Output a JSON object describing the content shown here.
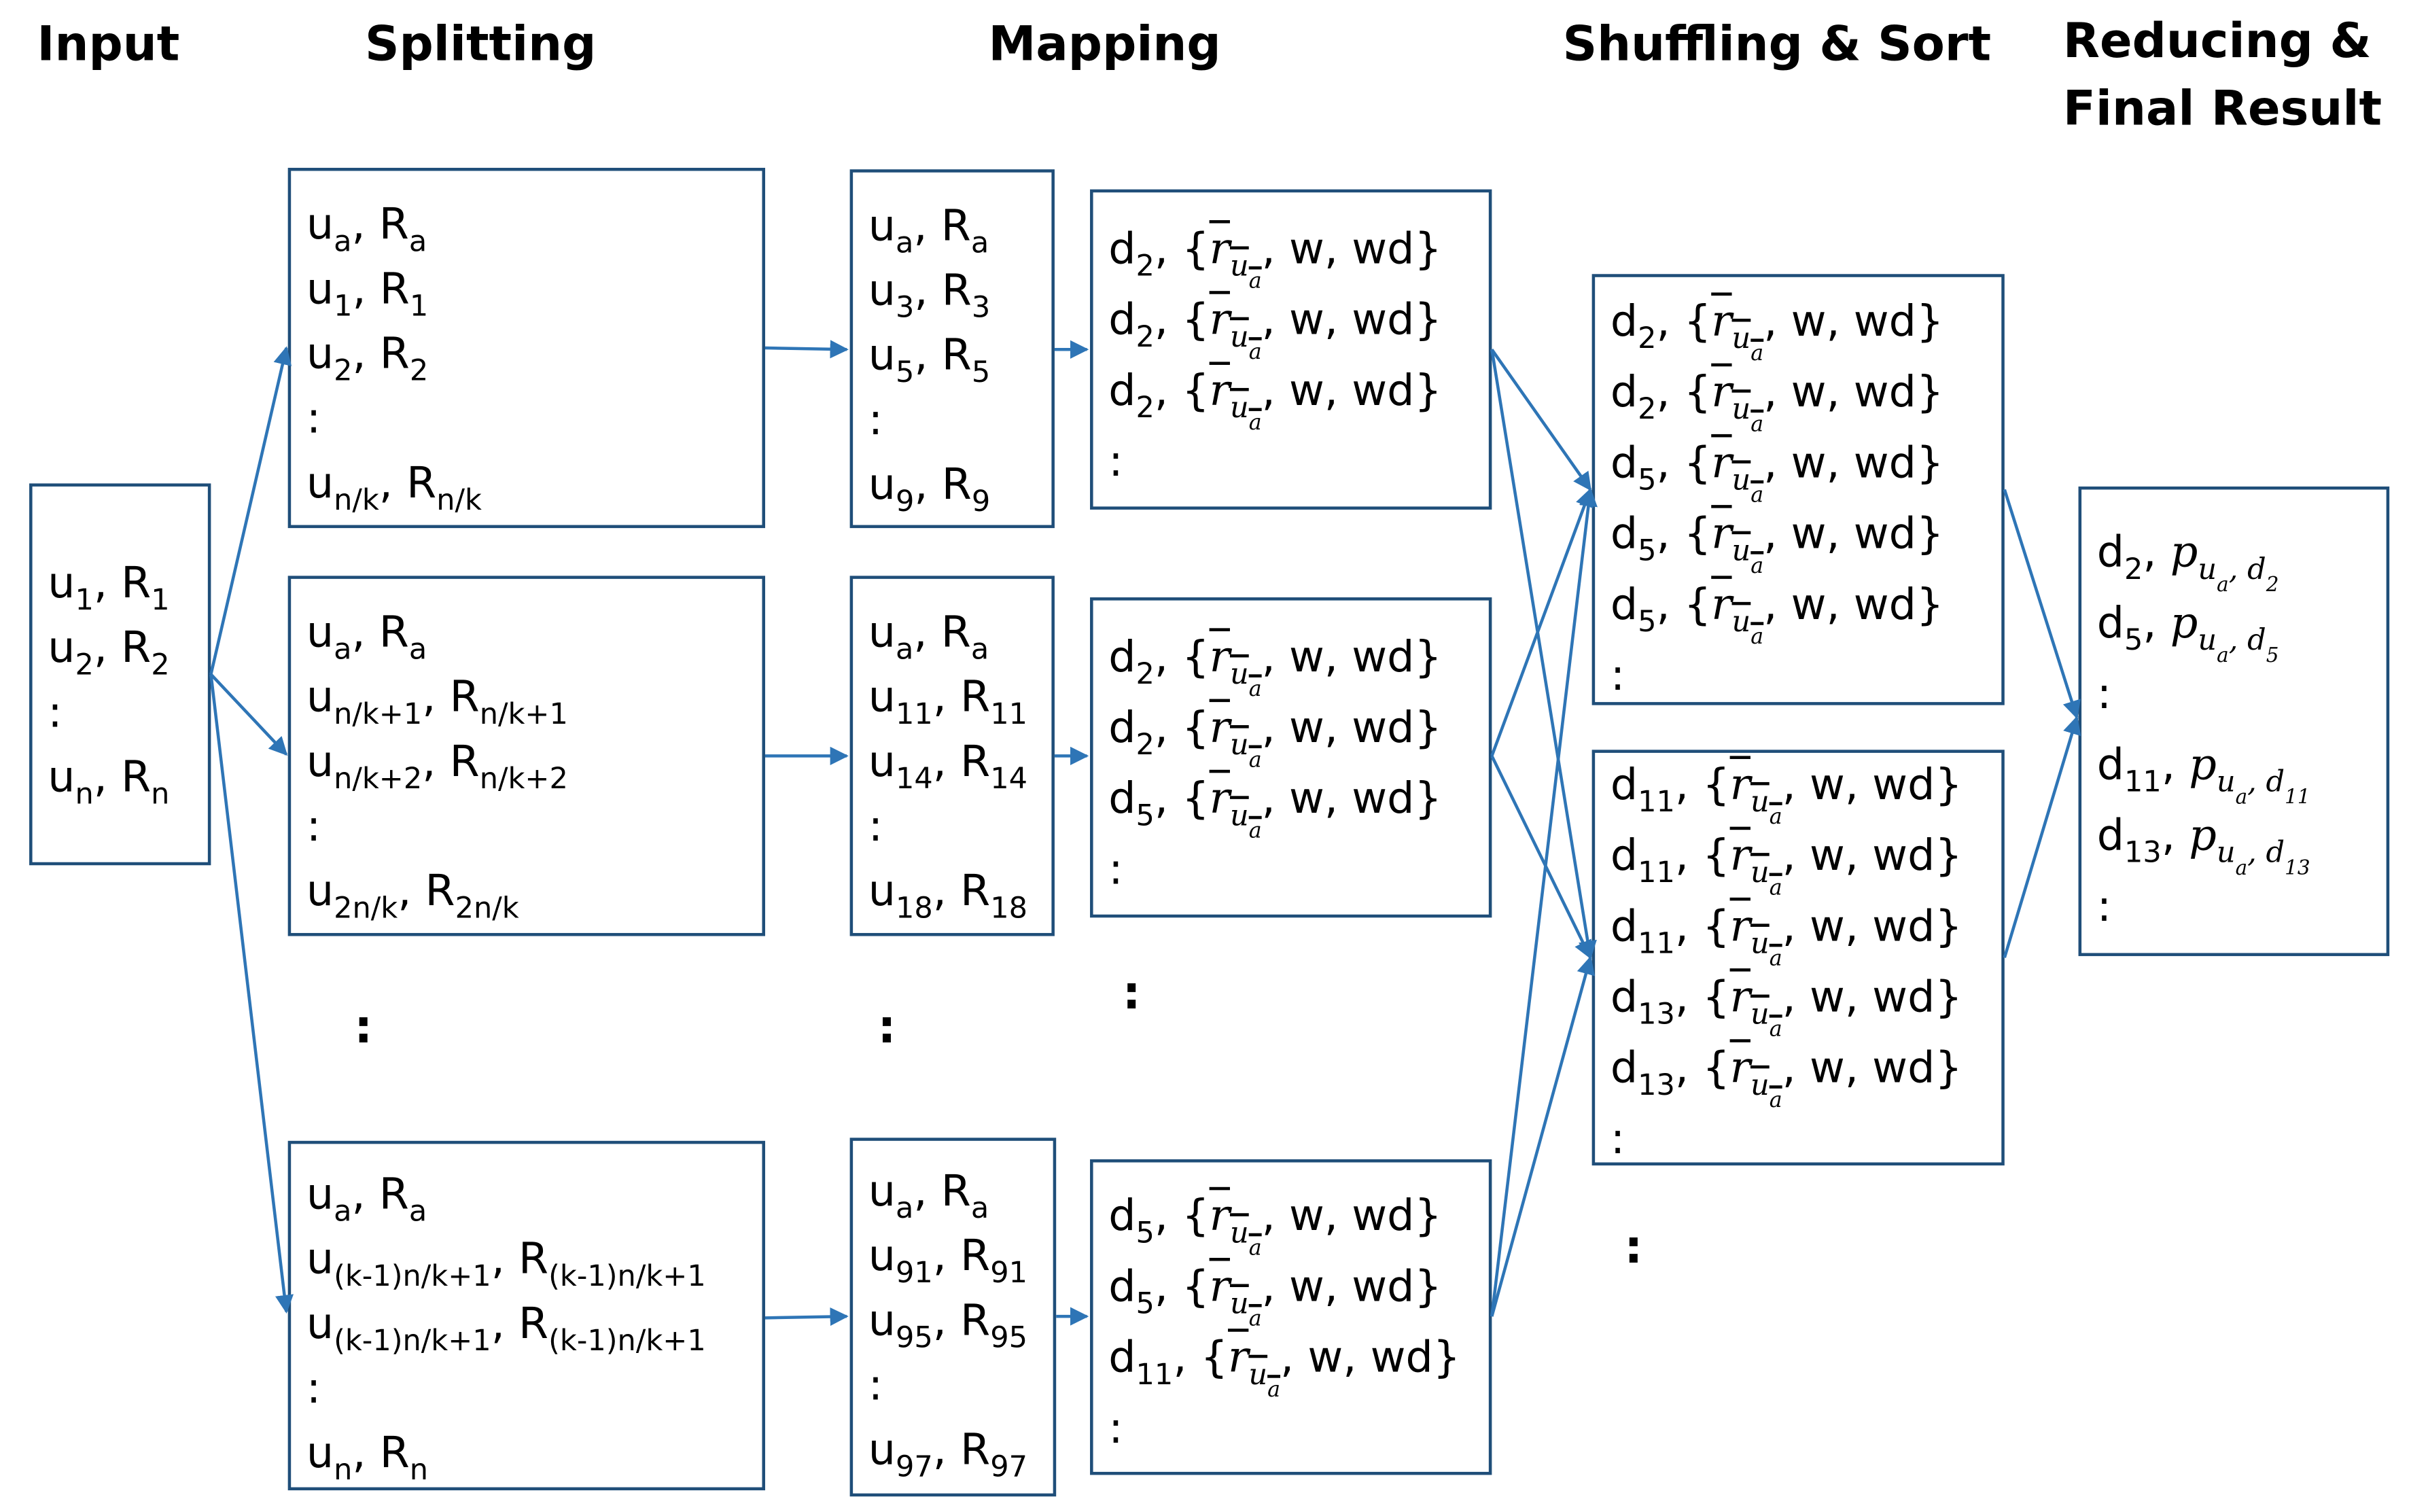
{
  "headers": {
    "input": "Input",
    "splitting": "Splitting",
    "mapping": "Mapping",
    "shuffle": "Shuffling & Sort",
    "reduce_1": "Reducing &",
    "reduce_2": "Final Result"
  },
  "r_symbol": "r",
  "ua_sub": "u",
  "ua_subsub": "a",
  "w_wd": ", w, wd}",
  "p": "p",
  "colon": ":",
  "input_box": [
    [
      "u",
      "1",
      ", R",
      "1"
    ],
    [
      "u",
      "2",
      ", R",
      "2"
    ],
    [
      ":",
      "",
      "",
      ""
    ],
    [
      "u",
      "n",
      ", R",
      "n"
    ]
  ],
  "split_1": [
    [
      "u",
      "a",
      ", R",
      "a"
    ],
    [
      "u",
      "1",
      ", R",
      "1"
    ],
    [
      "u",
      "2",
      ", R",
      "2"
    ],
    [
      ":",
      "",
      "",
      ""
    ],
    [
      "u",
      "n/k",
      ", R",
      "n/k"
    ]
  ],
  "split_2": [
    [
      "u",
      "a",
      ", R",
      "a"
    ],
    [
      "u",
      "n/k+1",
      ", R",
      "n/k+1"
    ],
    [
      "u",
      "n/k+2",
      ", R",
      "n/k+2"
    ],
    [
      ":",
      "",
      "",
      ""
    ],
    [
      "u",
      "2n/k",
      ", R",
      "2n/k"
    ]
  ],
  "split_3": [
    [
      "u",
      "a",
      ", R",
      "a"
    ],
    [
      "u",
      "(k-1)n/k+1",
      ", R",
      "(k-1)n/k+1"
    ],
    [
      "u",
      "(k-1)n/k+1",
      ", R",
      "(k-1)n/k+1"
    ],
    [
      ":",
      "",
      "",
      ""
    ],
    [
      "u",
      "n",
      ", R",
      "n"
    ]
  ],
  "map_1": [
    [
      "u",
      "a",
      ", R",
      "a"
    ],
    [
      "u",
      "3",
      ", R",
      "3"
    ],
    [
      "u",
      "5",
      ", R",
      "5"
    ],
    [
      ":",
      "",
      "",
      ""
    ],
    [
      "u",
      "9",
      ", R",
      "9"
    ]
  ],
  "map_2": [
    [
      "u",
      "a",
      ", R",
      "a"
    ],
    [
      "u",
      "11",
      ", R",
      "11"
    ],
    [
      "u",
      "14",
      ", R",
      "14"
    ],
    [
      ":",
      "",
      "",
      ""
    ],
    [
      "u",
      "18",
      ", R",
      "18"
    ]
  ],
  "map_3": [
    [
      "u",
      "a",
      ", R",
      "a"
    ],
    [
      "u",
      "91",
      ", R",
      "91"
    ],
    [
      "u",
      "95",
      ", R",
      "95"
    ],
    [
      ":",
      "",
      "",
      ""
    ],
    [
      "u",
      "97",
      ", R",
      "97"
    ]
  ],
  "emit_1": [
    "2",
    "2",
    "2"
  ],
  "emit_2": [
    "2",
    "2",
    "5"
  ],
  "emit_3": [
    "5",
    "5",
    "11"
  ],
  "shuffle_1": [
    "2",
    "2",
    "5",
    "5",
    "5"
  ],
  "shuffle_2": [
    "11",
    "11",
    "11",
    "13",
    "13"
  ],
  "result": [
    "2",
    "5",
    "11",
    "13"
  ]
}
